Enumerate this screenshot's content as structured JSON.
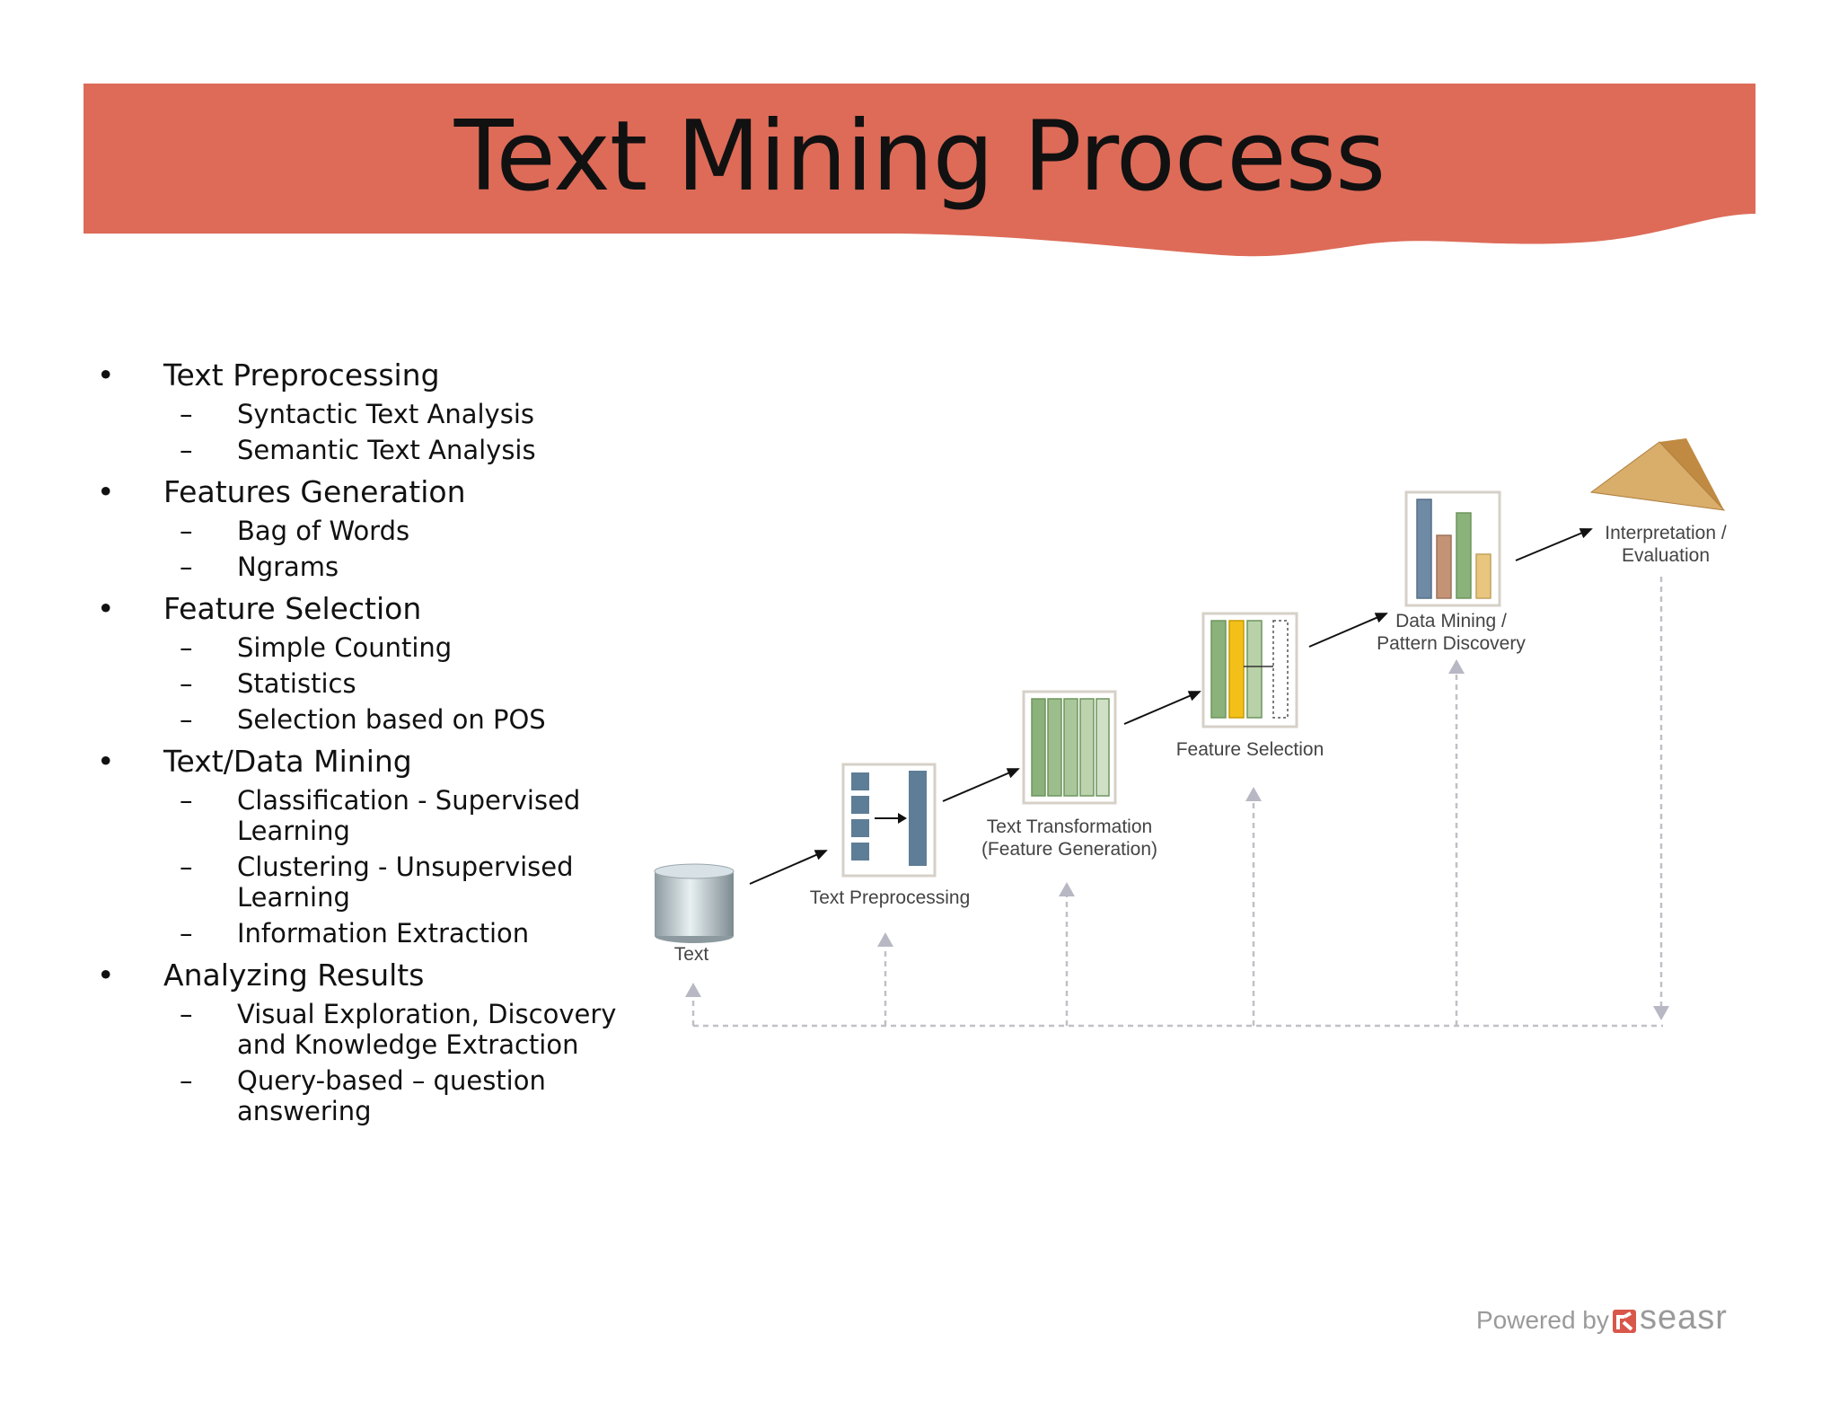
{
  "slide": {
    "title": "Text Mining Process",
    "banner_color": "#dd6b58"
  },
  "bullets": [
    {
      "label": "Text Preprocessing",
      "subitems": [
        "Syntactic Text Analysis",
        "Semantic Text Analysis"
      ]
    },
    {
      "label": "Features Generation",
      "subitems": [
        "Bag of Words",
        "Ngrams"
      ]
    },
    {
      "label": "Feature Selection",
      "subitems": [
        "Simple Counting",
        "Statistics",
        "Selection based on POS"
      ]
    },
    {
      "label": "Text/Data Mining",
      "subitems": [
        "Classification - Supervised Learning",
        "Clustering - Unsupervised Learning",
        "Information Extraction"
      ]
    },
    {
      "label": "Analyzing Results",
      "subitems": [
        "Visual Exploration, Discovery and Knowledge Extraction",
        "Query-based – question answering"
      ]
    }
  ],
  "diagram": {
    "stages": [
      {
        "label": "Text",
        "icon": "database-icon"
      },
      {
        "label": "Text Preprocessing",
        "icon": "preprocessing-icon"
      },
      {
        "label": "Text Transformation\n(Feature Generation)",
        "icon": "feature-columns-icon"
      },
      {
        "label": "Feature Selection",
        "icon": "feature-selection-icon"
      },
      {
        "label": "Data Mining /\nPattern Discovery",
        "icon": "bar-chart-icon"
      },
      {
        "label": "Interpretation /\nEvaluation",
        "icon": "pyramid-icon"
      }
    ]
  },
  "footer": {
    "powered_by": "Powered by",
    "brand": "seasr"
  }
}
